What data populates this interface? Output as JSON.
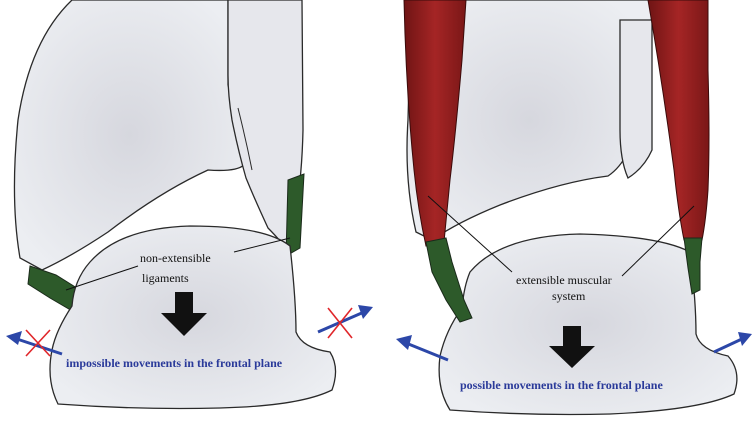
{
  "left_panel": {
    "label_line1": "non-extensible",
    "label_line2": "ligaments",
    "caption": "impossible movements in the frontal plane"
  },
  "right_panel": {
    "label_line1": "extensible muscular",
    "label_line2": "system",
    "caption": "possible movements in the frontal plane"
  },
  "colors": {
    "bone": "#e3e4ea",
    "bone_outline": "#2a2a2a",
    "ligament": "#2d5a2a",
    "muscle": "#8e1c1c",
    "arrow_blue": "#2c47a8",
    "cross_red": "#e0262a",
    "force_arrow": "#111111"
  }
}
